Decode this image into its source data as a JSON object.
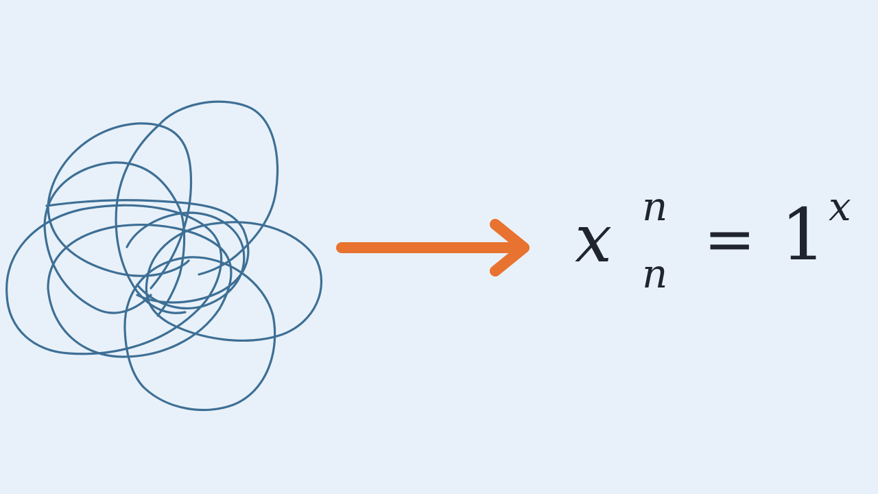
{
  "diagram": {
    "background_color": "#e8f1f9",
    "tangle": {
      "description": "tangled overlapping loops",
      "stroke_color": "#3e6f95",
      "loop_count": 6
    },
    "arrow": {
      "direction": "right",
      "color": "#e8722f"
    },
    "formula": {
      "base": "x",
      "superscript": "n",
      "subscript": "n",
      "equals": "=",
      "rhs_base": "1",
      "rhs_superscript": "x",
      "color": "#1f2430"
    }
  }
}
